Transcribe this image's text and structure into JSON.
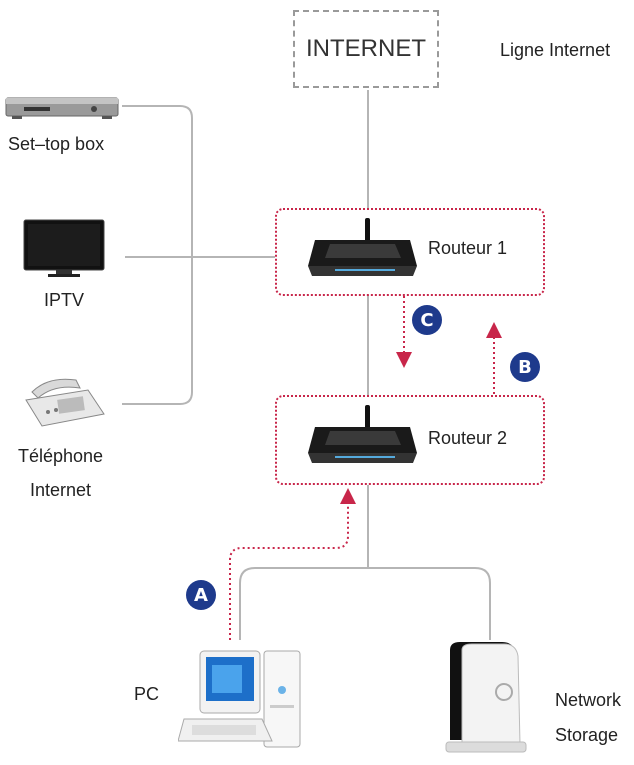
{
  "internet": {
    "label": "INTERNET",
    "line_label": "Ligne Internet"
  },
  "routers": [
    {
      "label": "Routeur 1"
    },
    {
      "label": "Routeur 2"
    }
  ],
  "devices": {
    "settop": "Set–top box",
    "iptv": "IPTV",
    "phone_line1": "Téléphone",
    "phone_line2": "Internet",
    "pc": "PC",
    "storage_line1": "Network",
    "storage_line2": "Storage"
  },
  "badges": {
    "a": "A",
    "b": "B",
    "c": "C"
  },
  "colors": {
    "wire": "#b5b5b5",
    "dotted": "#c8264a",
    "badge": "#1e3a8c"
  }
}
